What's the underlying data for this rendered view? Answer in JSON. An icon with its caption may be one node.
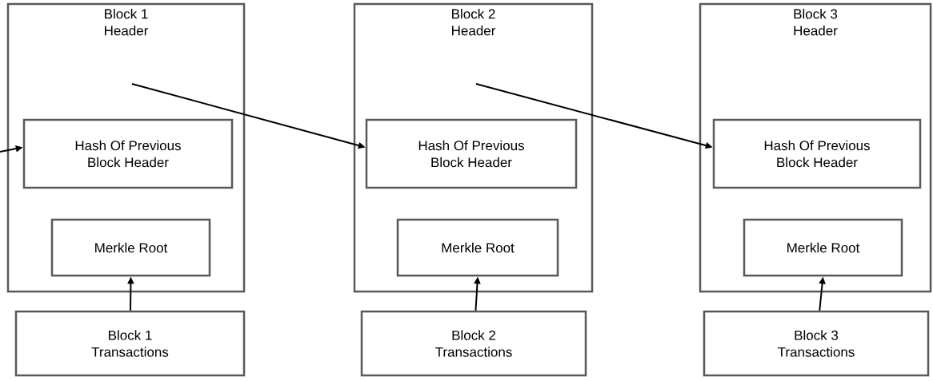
{
  "diagram": {
    "nodes": [
      {
        "text": [
          "Block 1 Header"
        ]
      },
      {
        "text": [
          "Hash Of Previous Block Header"
        ],
        "in": 0
      },
      {
        "text": [
          "Merkle Root"
        ],
        "in": 0
      },
      {
        "text": [
          "Block 2 Header"
        ]
      },
      {
        "text": [
          "Hash Of Previous Block Header"
        ],
        "in": 3
      },
      {
        "text": [
          "Merkle Root"
        ],
        "in": 3
      },
      {
        "text": [
          "Block 3 Header"
        ]
      },
      {
        "text": [
          "Hash Of Previous Block Header"
        ],
        "in": 6
      },
      {
        "text": [
          "Merkle Root"
        ],
        "in": 6
      },
      {
        "text": [
          "Block 1 Transactions"
        ]
      },
      {
        "text": [
          "Block 2 Transactions"
        ]
      },
      {
        "text": [
          "Block 3 Transactions"
        ]
      }
    ],
    "edges": [
      {
        "from": null,
        "to": 4,
        "arrow": "to"
      },
      {
        "from": null,
        "to": 7,
        "arrow": "to"
      },
      {
        "from": null,
        "to": 1,
        "arrow": "to"
      },
      {
        "from": 9,
        "to": 2,
        "arrow": "to"
      },
      {
        "from": 10,
        "to": 5,
        "arrow": "to"
      },
      {
        "from": 11,
        "to": 8,
        "arrow": "to"
      }
    ]
  }
}
